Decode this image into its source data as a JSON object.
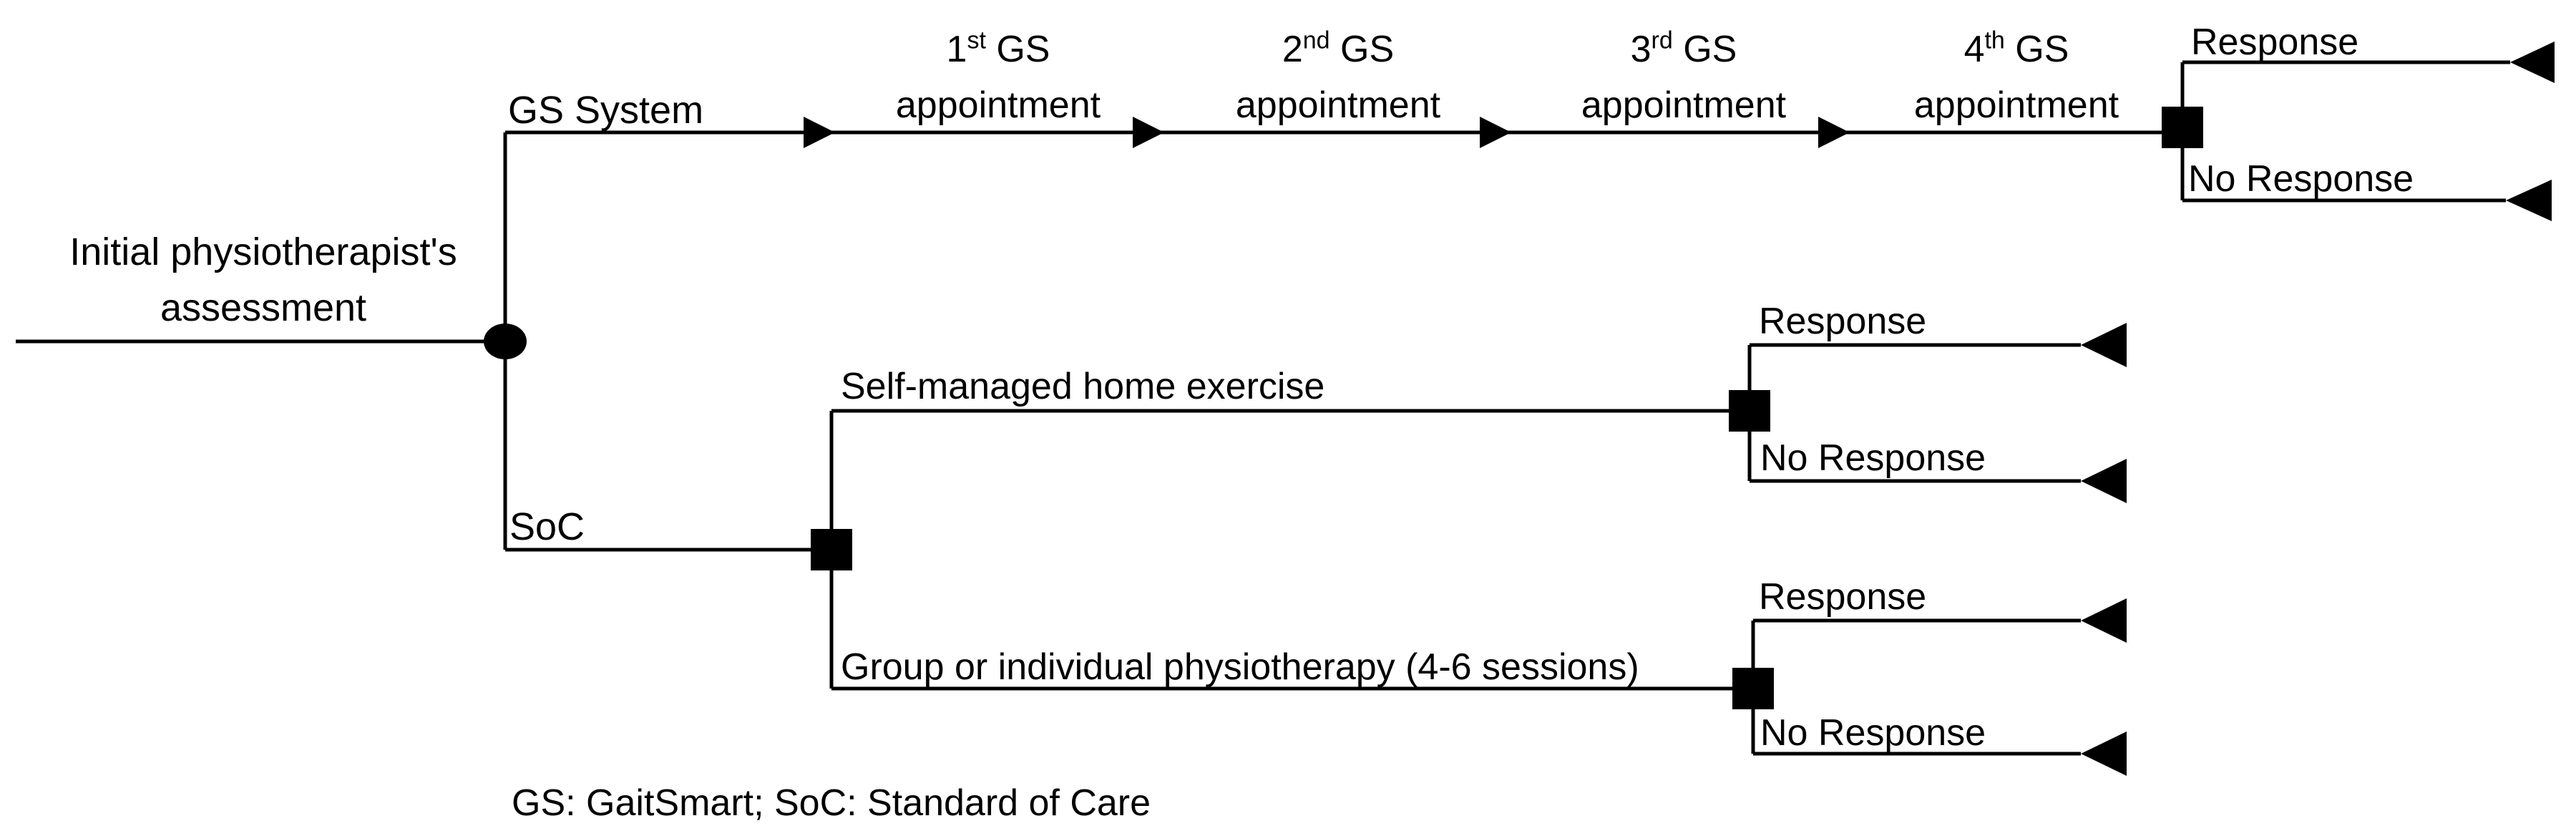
{
  "diagram": {
    "title_hidden": "",
    "root": {
      "label_line1": "Initial physiotherapist's",
      "label_line2": "assessment"
    },
    "branch_gs": {
      "label": "GS System",
      "appointments": [
        {
          "ordinal": "1",
          "suffix": "st",
          "rest": " GS",
          "line2": "appointment"
        },
        {
          "ordinal": "2",
          "suffix": "nd",
          "rest": " GS",
          "line2": "appointment"
        },
        {
          "ordinal": "3",
          "suffix": "rd",
          "rest": " GS",
          "line2": "appointment"
        },
        {
          "ordinal": "4",
          "suffix": "th",
          "rest": " GS",
          "line2": "appointment"
        }
      ],
      "outcomes": {
        "response": "Response",
        "no_response": "No Response"
      }
    },
    "branch_soc": {
      "label": "SoC",
      "sub_branches": [
        {
          "label": "Self-managed home exercise",
          "outcomes": {
            "response": "Response",
            "no_response": "No Response"
          }
        },
        {
          "label": "Group or individual physiotherapy (4-6 sessions)",
          "outcomes": {
            "response": "Response",
            "no_response": "No Response"
          }
        }
      ]
    },
    "footnote": "GS: GaitSmart; SoC: Standard of Care",
    "colors": {
      "line": "#000000",
      "text": "#000000",
      "background": "#ffffff"
    }
  }
}
